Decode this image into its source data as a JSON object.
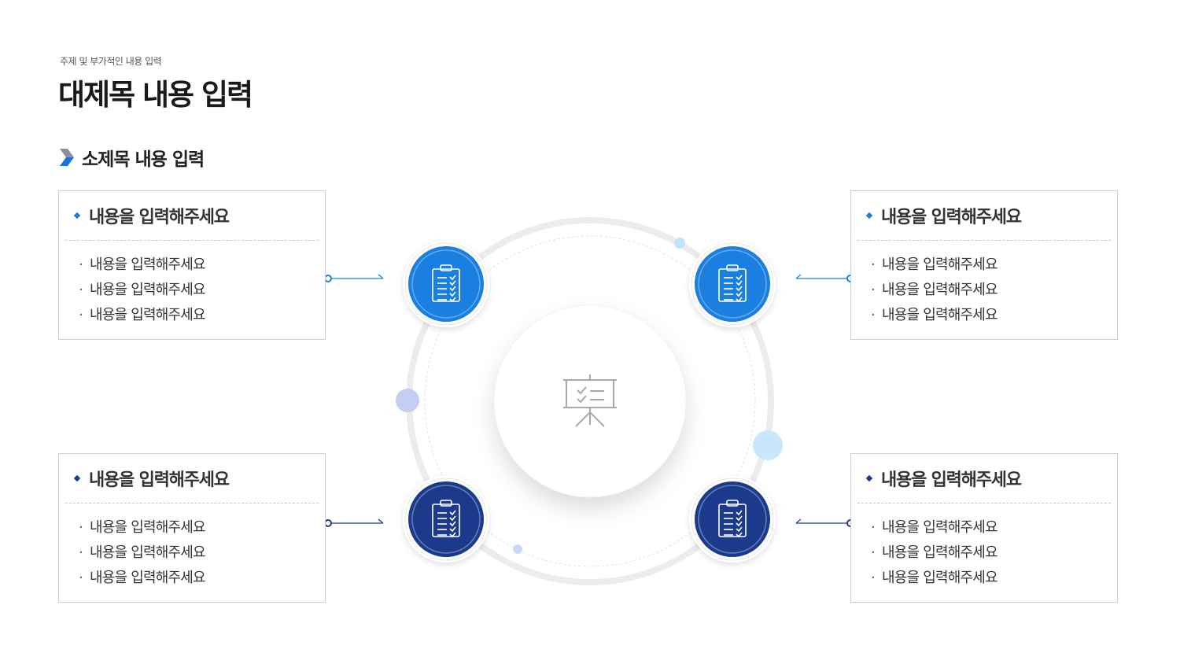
{
  "header": {
    "subtitle": "주제 및 부가적인 내용 입력",
    "title": "대제목 내용 입력",
    "section_title": "소제목 내용 입력"
  },
  "colors": {
    "bright_blue": "#1a7fe0",
    "navy": "#1c3a8c",
    "ring": "#ececec"
  },
  "center_icon": "presentation-board-icon",
  "node_icon": "clipboard-checklist-icon",
  "cards": [
    {
      "title": "내용을 입력해주세요",
      "items": [
        "내용을 입력해주세요",
        "내용을 입력해주세요",
        "내용을 입력해주세요"
      ],
      "accent": "#1a7fe0"
    },
    {
      "title": "내용을 입력해주세요",
      "items": [
        "내용을 입력해주세요",
        "내용을 입력해주세요",
        "내용을 입력해주세요"
      ],
      "accent": "#1a7fe0"
    },
    {
      "title": "내용을 입력해주세요",
      "items": [
        "내용을 입력해주세요",
        "내용을 입력해주세요",
        "내용을 입력해주세요"
      ],
      "accent": "#1c3a8c"
    },
    {
      "title": "내용을 입력해주세요",
      "items": [
        "내용을 입력해주세요",
        "내용을 입력해주세요",
        "내용을 입력해주세요"
      ],
      "accent": "#1c3a8c"
    }
  ]
}
